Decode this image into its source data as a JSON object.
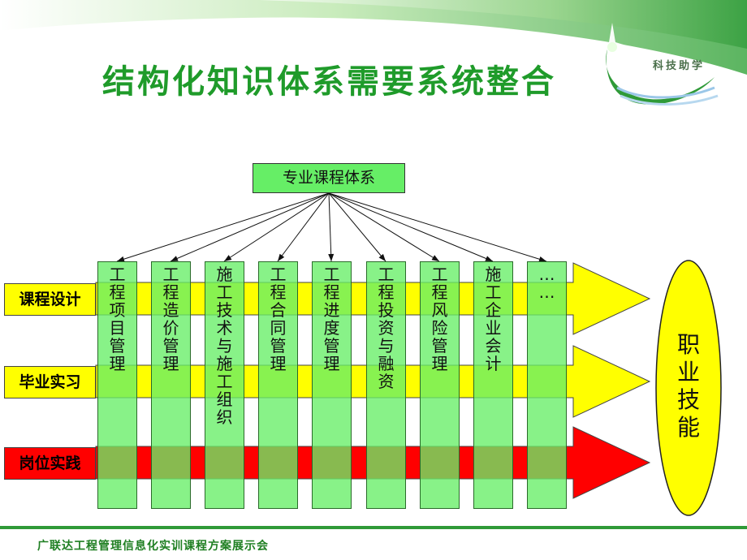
{
  "title": "结构化知识体系需要系统整合",
  "logo_text": "科技助学",
  "root": "专业课程体系",
  "rows": [
    {
      "label": "课程设计",
      "color": "#ffff00"
    },
    {
      "label": "毕业实习",
      "color": "#ffff00"
    },
    {
      "label": "岗位实践",
      "color": "#ff0000"
    }
  ],
  "columns": [
    "工程项目管理",
    "工程造价管理",
    "施工技术与施工组织",
    "工程合同管理",
    "工程进度管理",
    "工程投资与融资",
    "工程风险管理",
    "施工企业会计",
    "……"
  ],
  "goal": "职业技能",
  "footer": "广联达工程管理信息化实训课程方案展示会",
  "colors": {
    "title": "#1f9b2a",
    "column": "#66ee66",
    "goal": "#ffff00",
    "arrow_yellow": "#ffff00",
    "arrow_red": "#ff0000"
  }
}
